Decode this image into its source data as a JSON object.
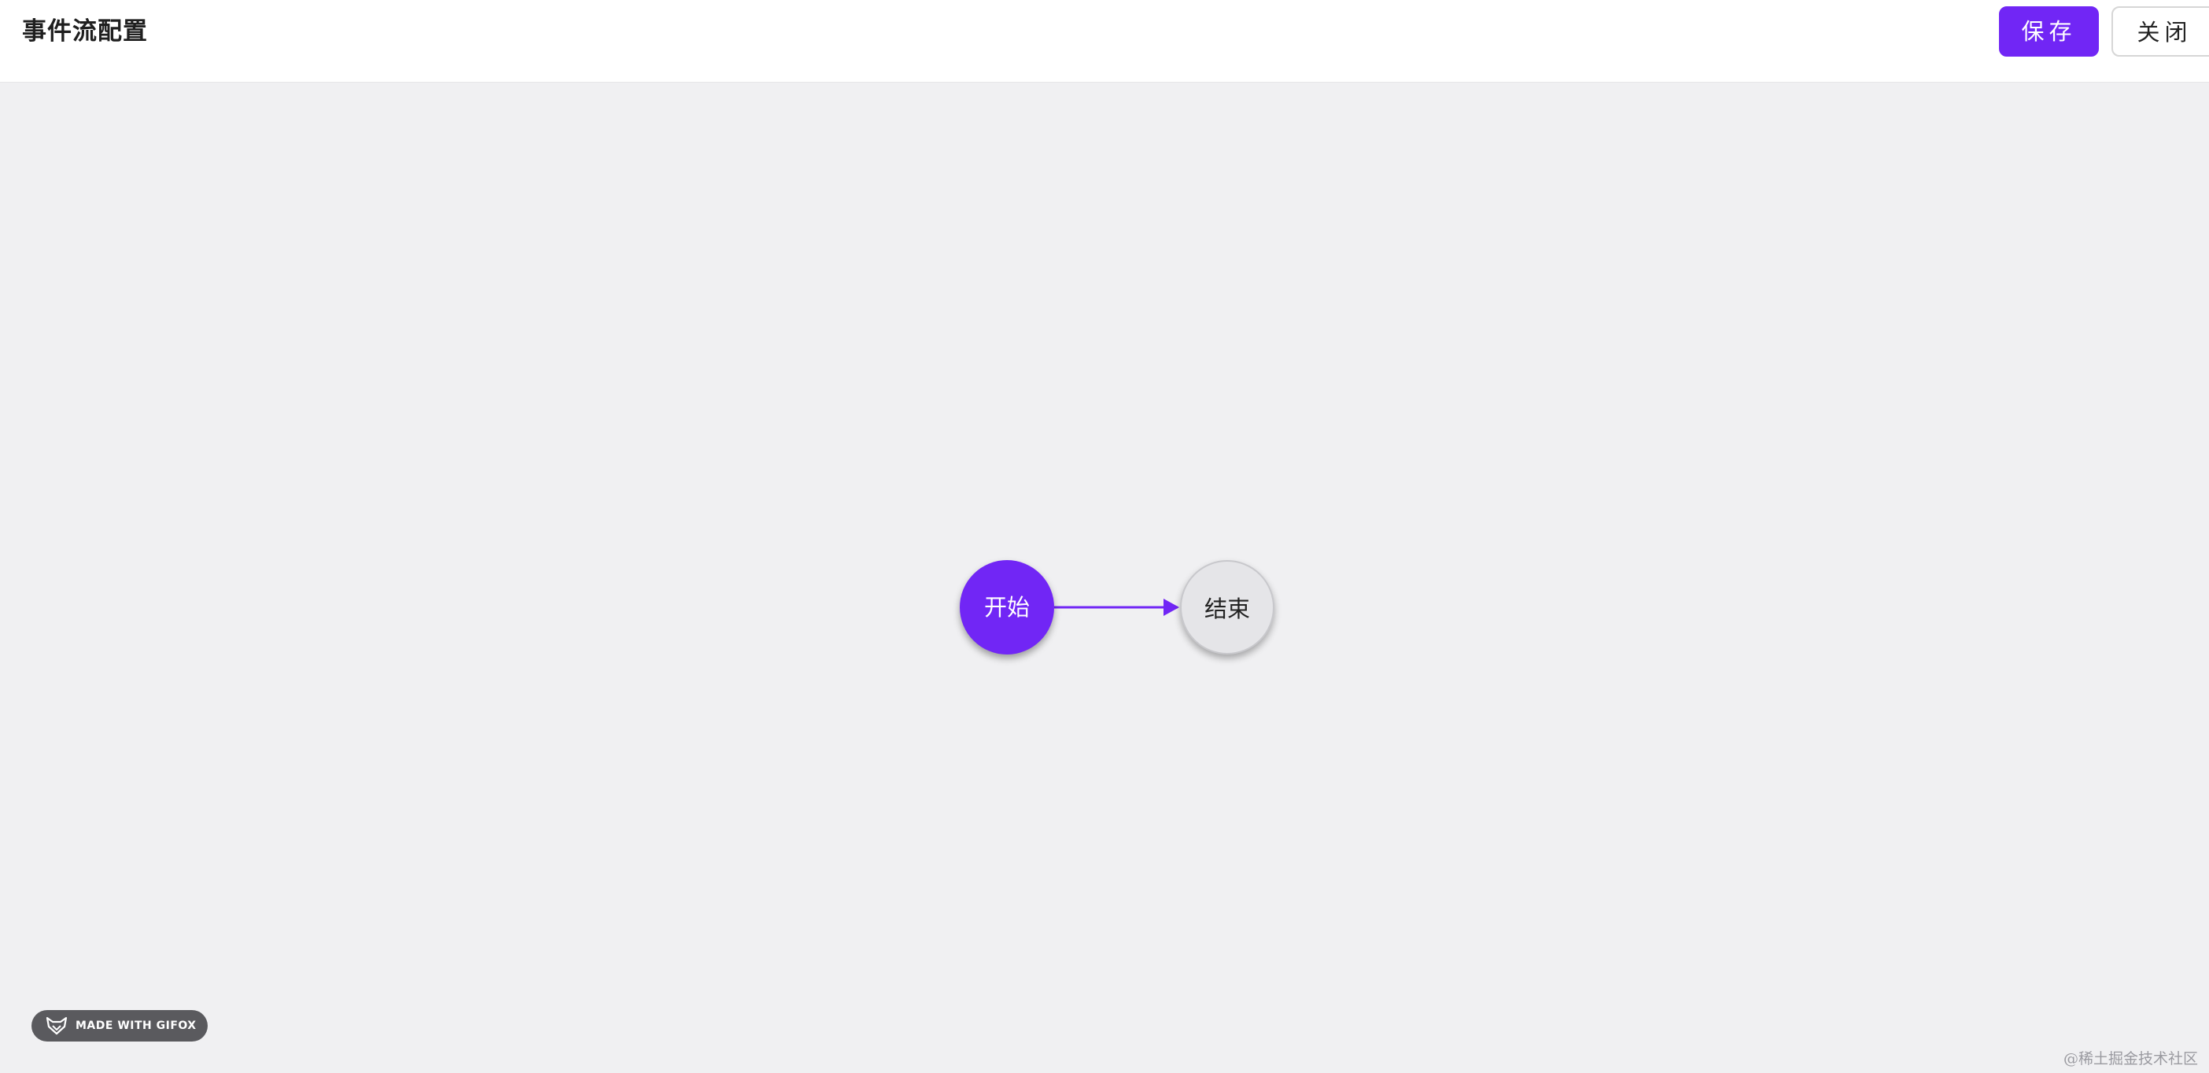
{
  "header": {
    "title": "事件流配置",
    "save_label": "保存",
    "close_label": "关闭"
  },
  "flow": {
    "nodes": [
      {
        "id": "start",
        "label": "开始"
      },
      {
        "id": "end",
        "label": "结束"
      }
    ],
    "edges": [
      {
        "from": "start",
        "to": "end"
      }
    ]
  },
  "badge": {
    "text": "MADE WITH GIFOX",
    "icon": "fox-icon"
  },
  "watermark": "@稀土掘金技术社区",
  "colors": {
    "accent": "#7126f5",
    "canvas_bg": "#f0f0f2",
    "end_node_bg": "#e5e5e8"
  }
}
